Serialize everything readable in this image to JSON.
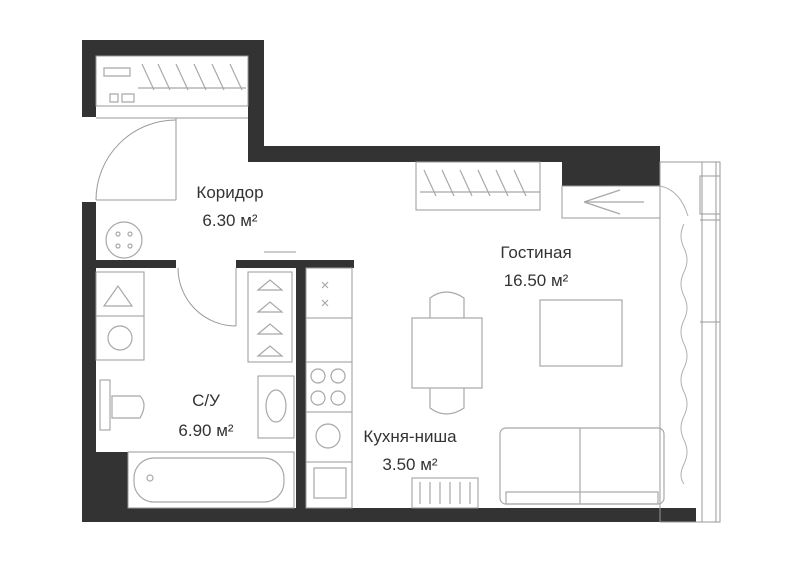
{
  "rooms": [
    {
      "name": "Коридор",
      "area": "6.30 м²"
    },
    {
      "name": "Гостиная",
      "area": "16.50 м²"
    },
    {
      "name": "С/У",
      "area": "6.90 м²"
    },
    {
      "name": "Кухня-ниша",
      "area": "3.50 м²"
    }
  ],
  "colors": {
    "wall": "#333333",
    "furniture": "#a8a8a8",
    "background": "#ffffff"
  }
}
